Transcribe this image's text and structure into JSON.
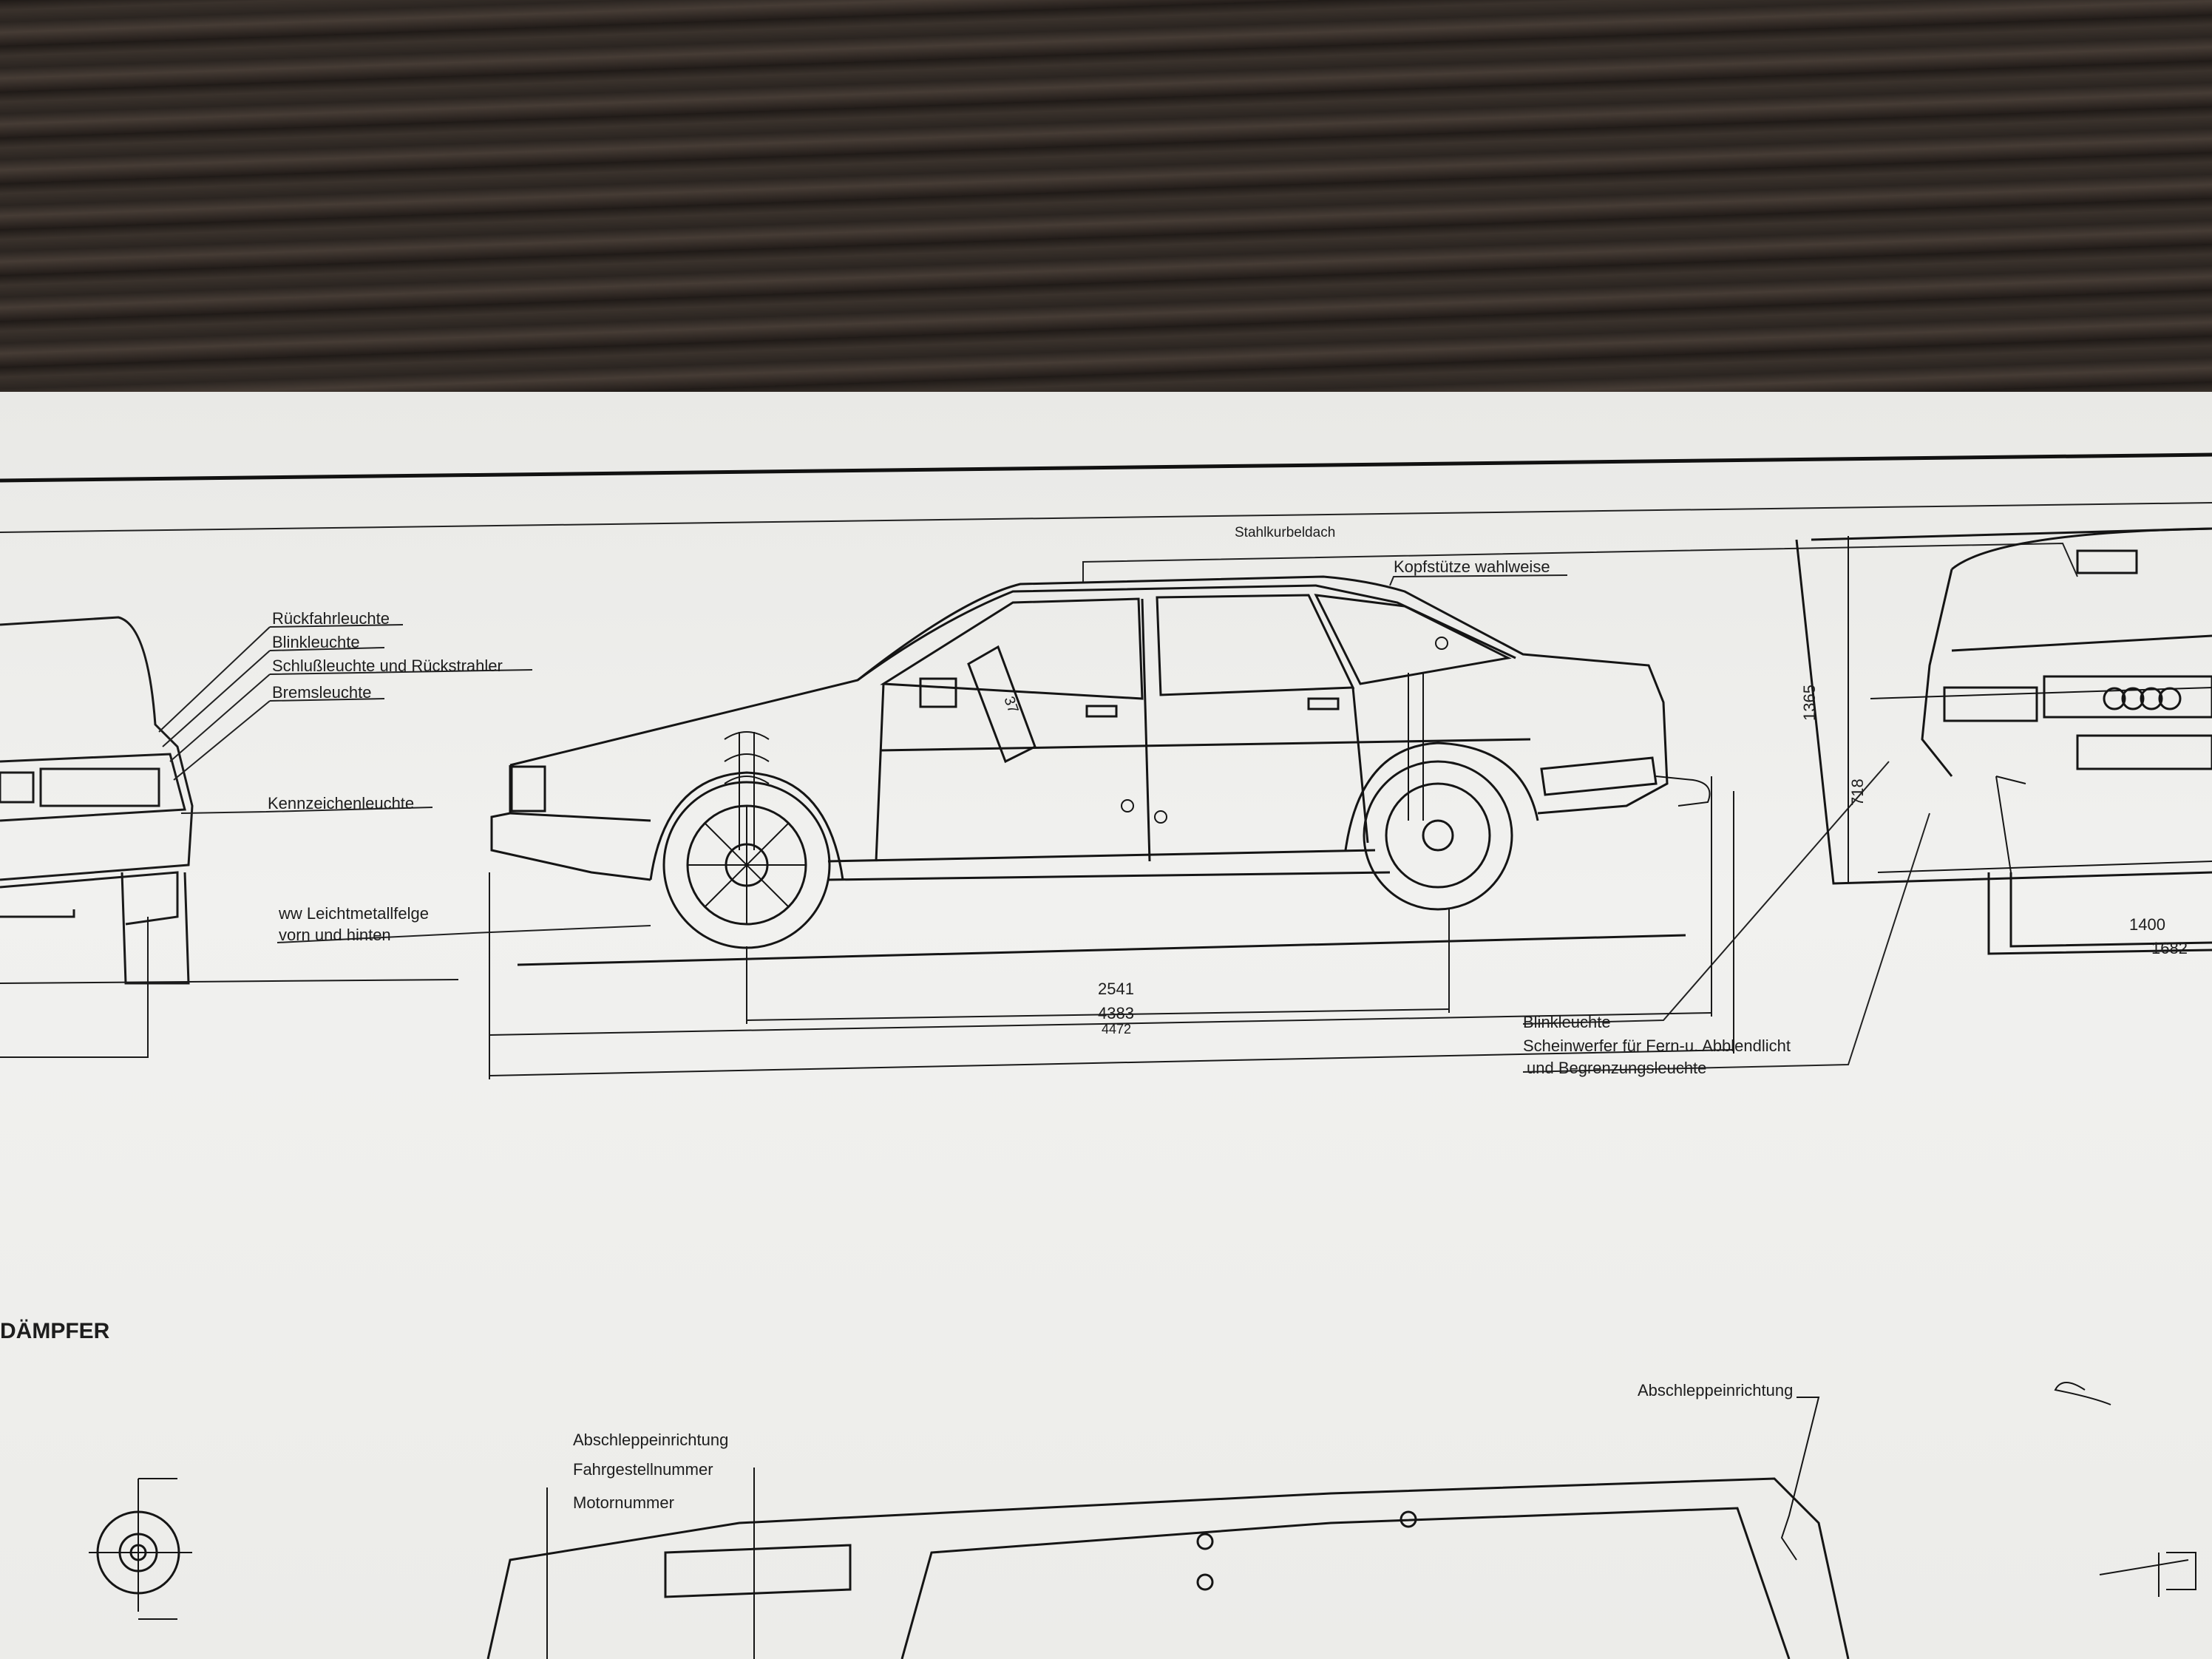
{
  "labels": {
    "rueckfahr": "Rückfahrleuchte",
    "blink_rear": "Blinkleuchte",
    "schluss": "Schlußleuchte und Rückstrahler",
    "brems": "Bremsleuchte",
    "kennzeichen": "Kennzeichenleuchte",
    "felge_1": "ww Leichtmetallfelge",
    "felge_2": "vorn und hinten",
    "stahldach": "Stahlkurbeldach",
    "kopfstuetze": "Kopfstütze wahlweise",
    "blink_front": "Blinkleuchte",
    "scheinwerfer_1": "Scheinwerfer für Fern-u. Abblendlicht",
    "scheinwerfer_2": "und Begrenzungsleuchte",
    "daempfer": "DÄMPFER",
    "abschlepp_left": "Abschleppeinrichtung",
    "fahrgestell": "Fahrgestellnummer",
    "motor": "Motornummer",
    "abschlepp_right": "Abschleppeinrichtung"
  },
  "dimensions": {
    "wheelbase": "2541",
    "length_a": "4383",
    "length_b": "4472",
    "height": "1365",
    "height_b": "718",
    "track": "1400",
    "width": "1682",
    "marker": "37"
  }
}
